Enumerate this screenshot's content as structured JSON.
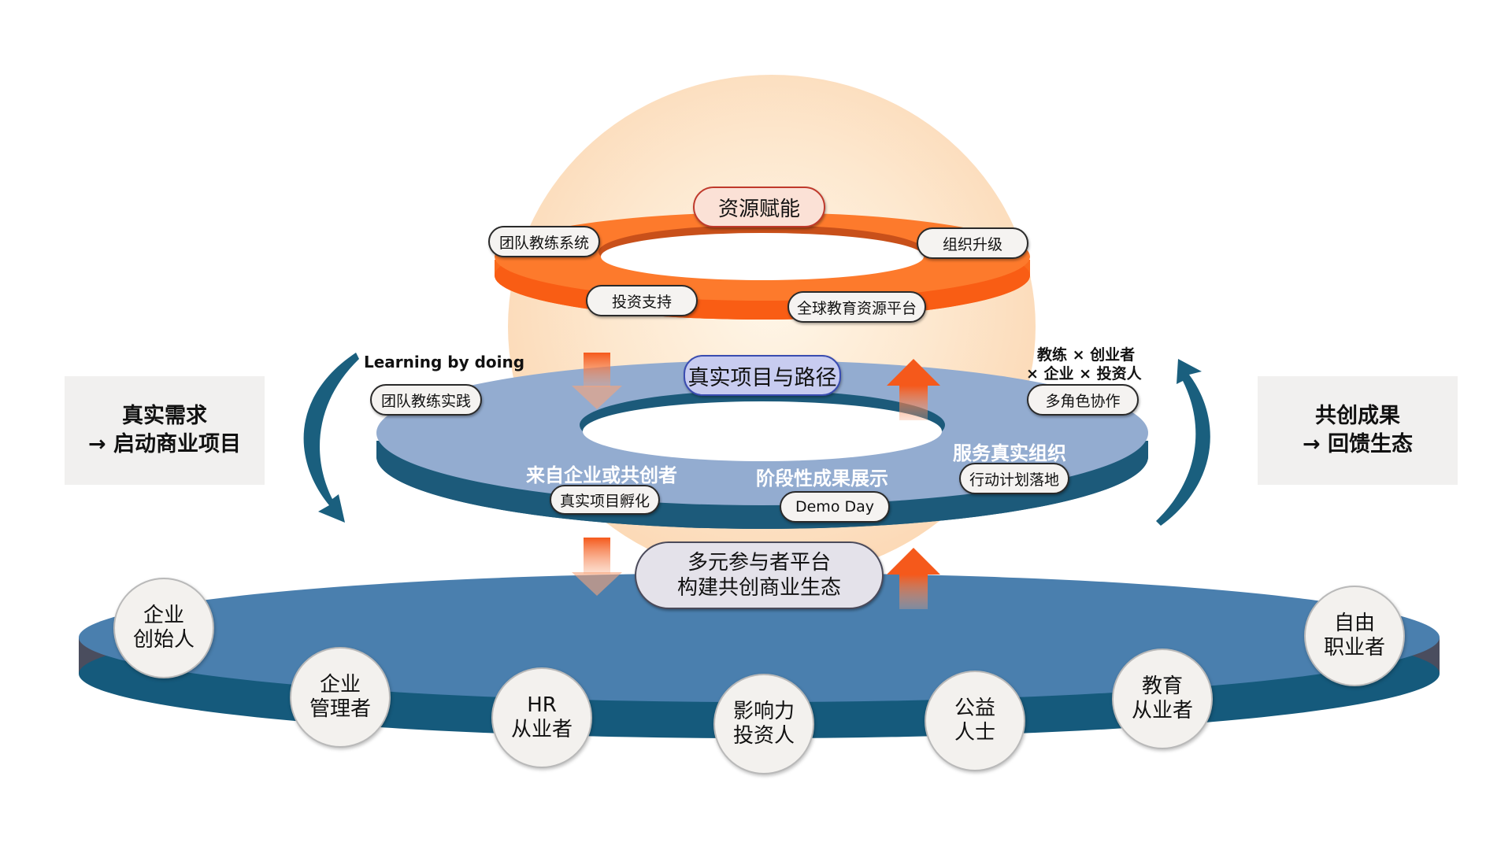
{
  "top_ring": {
    "title": "资源赋能",
    "items": [
      "团队教练系统",
      "组织升级",
      "投资支持",
      "全球教育资源平台"
    ]
  },
  "middle_ring": {
    "title": "真实项目与路径",
    "top_left_caption": "Learning by doing",
    "top_left_pill": "团队教练实践",
    "top_right_caption_line1": "教练 × 创业者",
    "top_right_caption_line2": "× 企业 × 投资人",
    "top_right_pill": "多角色协作",
    "stages": [
      {
        "caption": "来自企业或共创者",
        "pill": "真实项目孵化"
      },
      {
        "caption": "阶段性成果展示",
        "pill": "Demo Day"
      },
      {
        "caption": "服务真实组织",
        "pill": "行动计划落地"
      }
    ]
  },
  "bottom_platform": {
    "title_line1": "多元参与者平台",
    "title_line2": "构建共创商业生态",
    "participants": [
      {
        "line1": "企业",
        "line2": "创始人"
      },
      {
        "line1": "企业",
        "line2": "管理者"
      },
      {
        "line1": "HR",
        "line2": "从业者"
      },
      {
        "line1": "影响力",
        "line2": "投资人"
      },
      {
        "line1": "公益",
        "line2": "人士"
      },
      {
        "line1": "教育",
        "line2": "从业者"
      },
      {
        "line1": "自由",
        "line2": "职业者"
      }
    ]
  },
  "left_box": {
    "line1": "真实需求",
    "line2": "→ 启动商业项目"
  },
  "right_box": {
    "line1": "共创成果",
    "line2": "→ 回馈生态"
  },
  "colors": {
    "orange_ring": "#fd7a2c",
    "middle_ring_top": "#93acd0",
    "middle_ring_side": "#1c5a7a",
    "platform_top": "#4a7fae",
    "platform_side": "#155a7c",
    "glow": "#fde4c8",
    "curve_arrow": "#1a5f7e"
  }
}
